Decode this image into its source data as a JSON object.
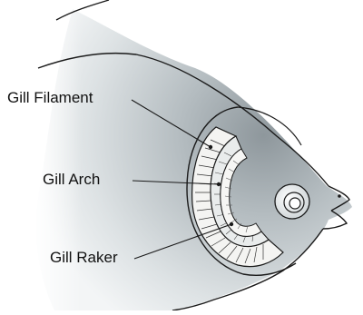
{
  "labels": {
    "gill_filament": "Gill Filament",
    "gill_arch": "Gill Arch",
    "gill_raker": "Gill Raker"
  },
  "colors": {
    "outline": "#1a1a1a",
    "body_light": "#f1f4f5",
    "body_dark": "#8e979c",
    "gill_fill": "#f4f4f2"
  }
}
